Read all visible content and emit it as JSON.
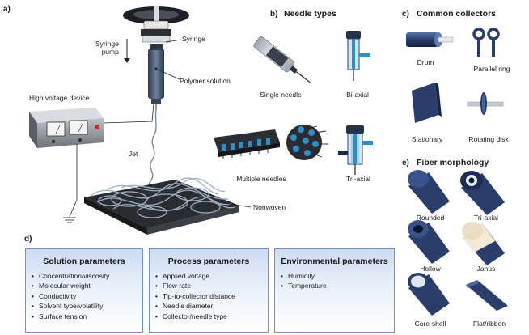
{
  "panel_a": {
    "letter": "a)",
    "labels": {
      "syringe_pump": "Syringe\npump",
      "syringe": "Syringe",
      "polymer_solution": "Polymer solution",
      "high_voltage_device": "High voltage device",
      "jet": "Jet",
      "nonwoven": "Nonwoven"
    }
  },
  "panel_b": {
    "letter": "b)",
    "title": "Needle types",
    "items": [
      "Single needle",
      "Bi-axial",
      "Multiple needles",
      "Tri-axial"
    ]
  },
  "panel_c": {
    "letter": "c)",
    "title": "Common collectors",
    "items": [
      "Drum",
      "Parallel ring",
      "Stationary",
      "Rotating disk"
    ]
  },
  "panel_e": {
    "letter": "e)",
    "title": "Fiber morphology",
    "items": [
      "Rounded",
      "Tri-axial",
      "Hollow",
      "Janus",
      "Core-shell",
      "Flat/ribbon"
    ]
  },
  "panel_d": {
    "letter": "d)",
    "boxes": [
      {
        "title": "Solution parameters",
        "items": [
          "Concentration/viscosity",
          "Molecular weight",
          "Conductivity",
          "Solvent type/volatility",
          "Surface tension"
        ]
      },
      {
        "title": "Process parameters",
        "items": [
          "Applied voltage",
          "Flow rate",
          "Tip-to-collector distance",
          "Needle diameter",
          "Collector/needle type"
        ]
      },
      {
        "title": "Environmental parameters",
        "items": [
          "Humidity",
          "Temperature"
        ]
      }
    ]
  },
  "colors": {
    "navy": "#2a3d6b",
    "steel": "#3f526f",
    "teal": "#2e8fc4",
    "box_border": "#6f93c7",
    "red_led": "#d6242a"
  }
}
